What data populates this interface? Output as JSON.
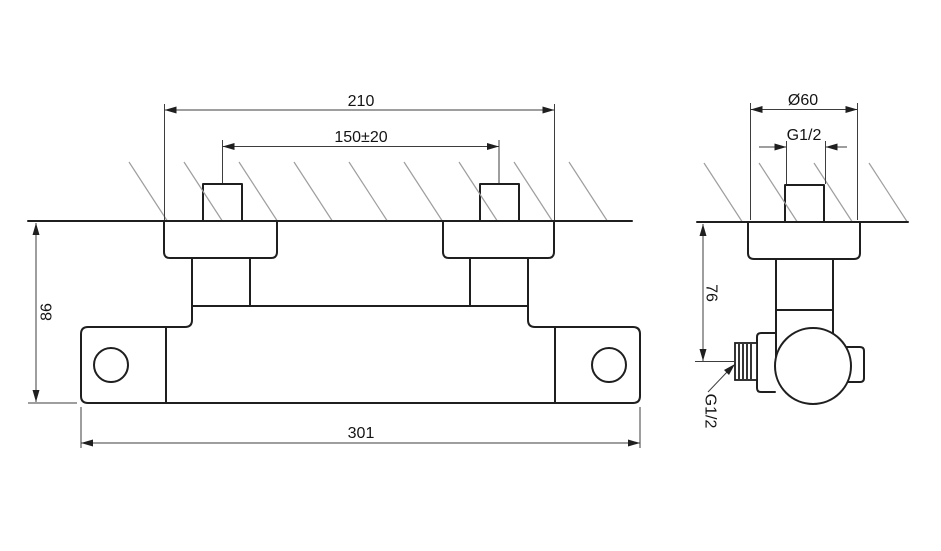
{
  "drawing": {
    "title": "Thermostatic shower mixer installation drawing",
    "views": {
      "front": "front-view",
      "side": "side-view"
    },
    "colors": {
      "outline": "#1f1f1f",
      "dimension_lines": "#3d3d3d",
      "wall_hatch": "#9e9e9e",
      "background": "#ffffff"
    },
    "front_view": {
      "dimensions": {
        "escutcheon_outer_width": {
          "label": "210"
        },
        "connection_spacing": {
          "label": "150±20"
        },
        "wall_to_bottom_height": {
          "label": "86"
        },
        "overall_body_width": {
          "label": "301"
        }
      }
    },
    "side_view": {
      "dimensions": {
        "escutcheon_diameter": {
          "label": "Ø60"
        },
        "inlet_thread": {
          "label": "G1/2"
        },
        "wall_to_outlet": {
          "label": "76"
        },
        "outlet_thread": {
          "label": "G1/2"
        }
      }
    }
  }
}
